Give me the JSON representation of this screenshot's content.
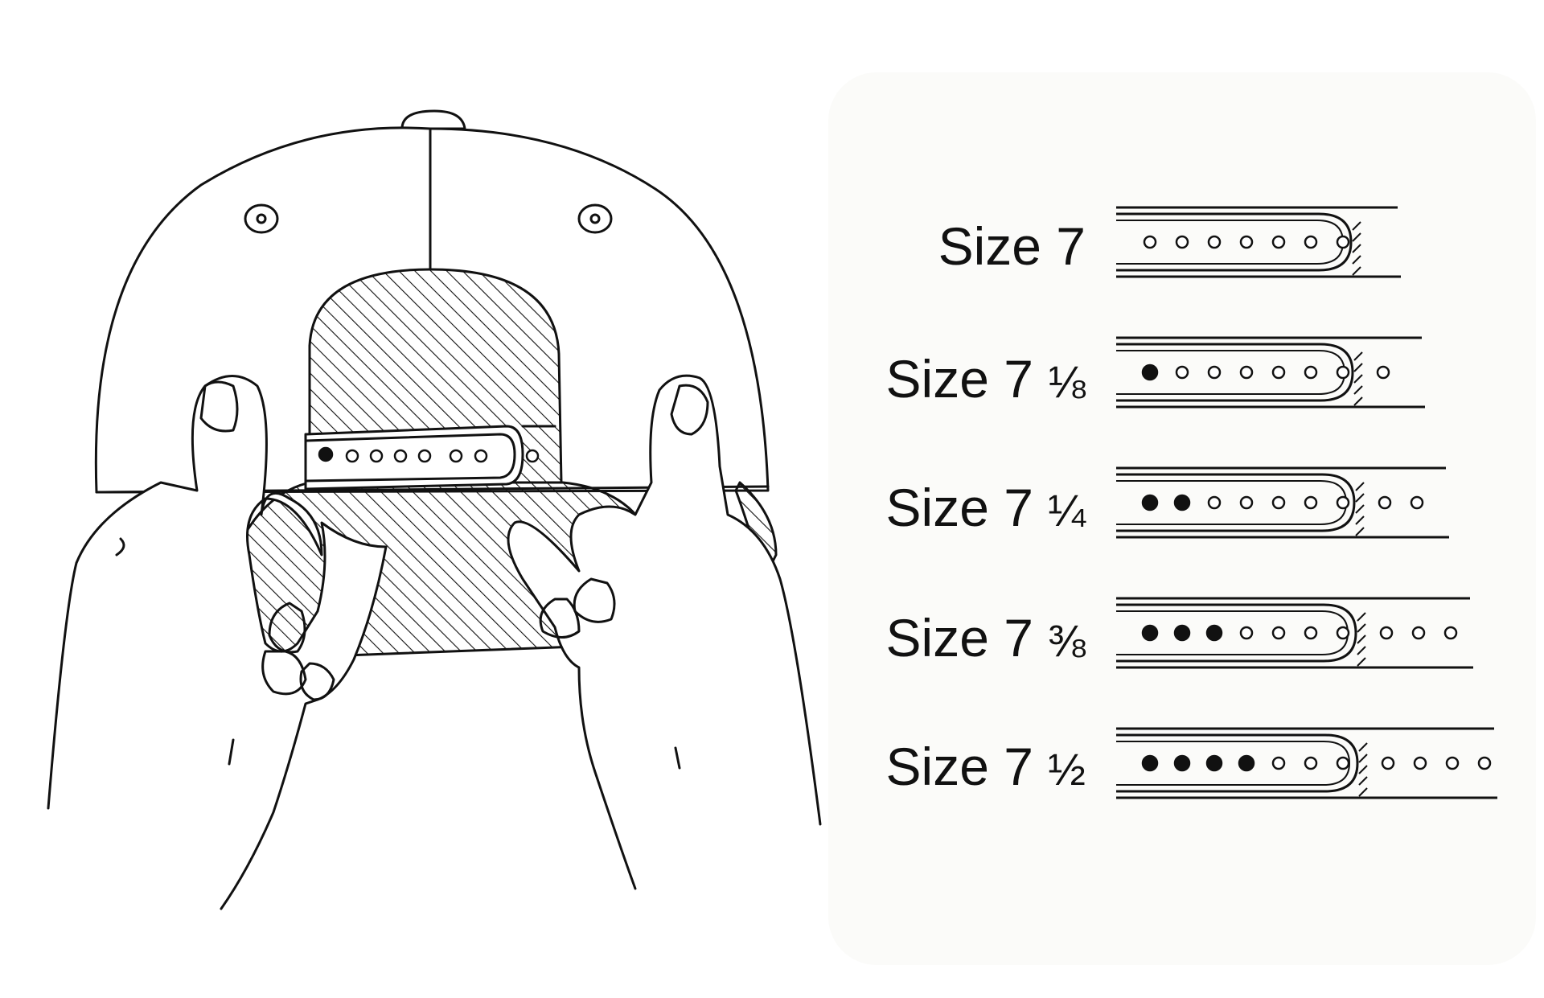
{
  "colors": {
    "ink": "#111111",
    "background": "#ffffff",
    "panel": "#fbfbf9"
  },
  "illustration": {
    "subject": "hands adjusting snapback cap strap (rear view)",
    "strap_filled_holes": 1,
    "strap_empty_holes": 6,
    "strap_extra_holes": 1
  },
  "size_chart": {
    "rows": [
      {
        "label": "Size 7",
        "whole": "Size 7",
        "fraction": "",
        "filled": 0,
        "empty": 7,
        "extra": 0
      },
      {
        "label": "Size 7 ⅛",
        "whole": "Size 7",
        "fraction": "⅛",
        "filled": 1,
        "empty": 6,
        "extra": 1
      },
      {
        "label": "Size 7 ¼",
        "whole": "Size 7",
        "fraction": "¼",
        "filled": 2,
        "empty": 5,
        "extra": 2
      },
      {
        "label": "Size 7 ⅜",
        "whole": "Size 7",
        "fraction": "⅜",
        "filled": 3,
        "empty": 4,
        "extra": 3
      },
      {
        "label": "Size 7 ½",
        "whole": "Size 7",
        "fraction": "½",
        "filled": 4,
        "empty": 3,
        "extra": 4
      }
    ]
  }
}
